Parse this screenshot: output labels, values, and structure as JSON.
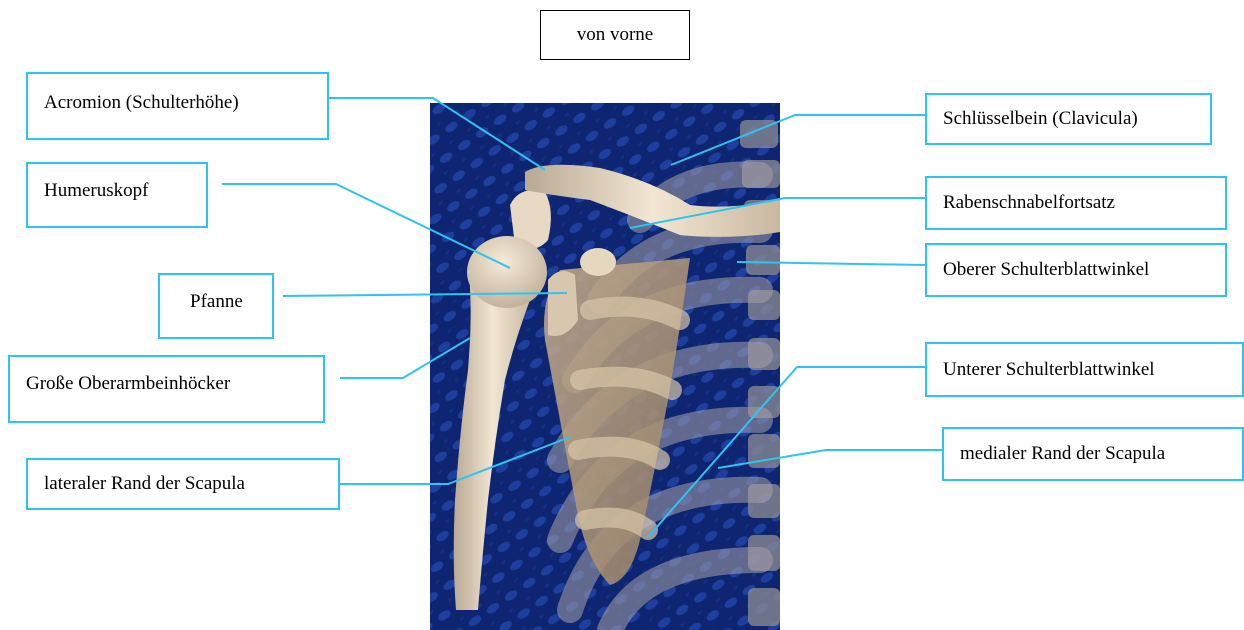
{
  "title": "von vorne",
  "accent_color": "#2ec4ef",
  "labels": {
    "acromion": "Acromion (Schulterhöhe)",
    "humeruskopf": "Humeruskopf",
    "pfanne": "Pfanne",
    "grosse_oberarmbeinhoecker": "Große Oberarmbeinhöcker",
    "lateraler_rand": "lateraler Rand der Scapula",
    "schluesselbein": "Schlüsselbein (Clavicula)",
    "rabenschnabelfortsatz": "Rabenschnabelfortsatz",
    "oberer_schulterblattwinkel": "Oberer Schulterblattwinkel",
    "unterer_schulterblattwinkel": "Unterer Schulterblattwinkel",
    "medialer_rand": "medialer Rand der Scapula"
  }
}
